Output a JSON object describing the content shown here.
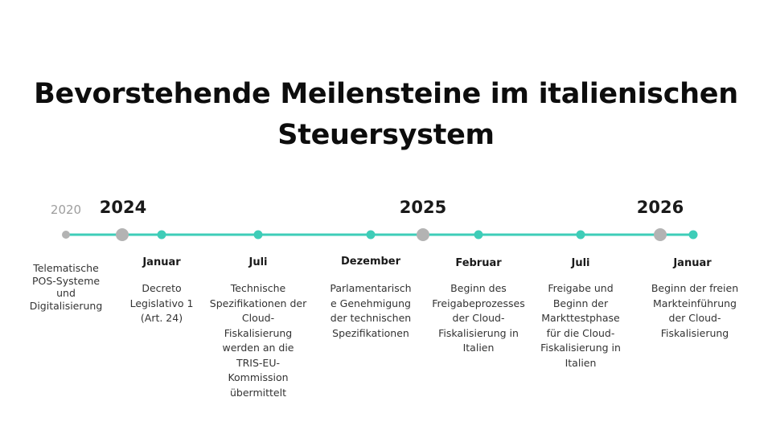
{
  "title_line1": "Bevorstehende Meilensteine im italienischen",
  "title_line2": "Steuersystem",
  "colors": {
    "line": "#3ecdb8",
    "dot_accent": "#3ecdb8",
    "dot_year": "#b3b3b3",
    "muted_text": "#9e9e9e"
  },
  "years": [
    {
      "label": "2020"
    },
    {
      "label": "2024"
    },
    {
      "label": "2025"
    },
    {
      "label": "2026"
    }
  ],
  "milestones": [
    {
      "month": "",
      "description": "Telematische POS-Systeme und Digitalisierung"
    },
    {
      "month": "Januar",
      "description": "Decreto Legislativo 1 (Art. 24)"
    },
    {
      "month": "Juli",
      "description": "Technische Spezifikationen der Cloud-Fiskalisierung werden an die TRIS-EU-Kommission übermittelt"
    },
    {
      "month": "Dezember",
      "description": "Parlamentarische Genehmigung der technischen Spezifikationen"
    },
    {
      "month": "Februar",
      "description": "Beginn des Freigabeprozesses der Cloud-Fiskalisierung in Italien"
    },
    {
      "month": "Juli",
      "description": "Freigabe und Beginn der Markttestphase für die Cloud-Fiskalisierung in Italien"
    },
    {
      "month": "Januar",
      "description": "Beginn der freien Markteinführung der Cloud-Fiskalisierung"
    }
  ]
}
